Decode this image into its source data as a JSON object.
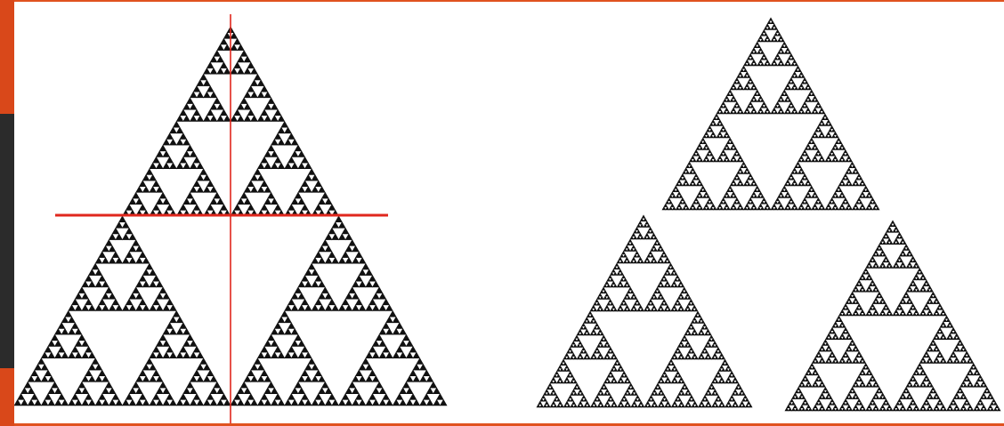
{
  "slide": {
    "background": "#ffffff",
    "accent_color": "#e0521f",
    "accent_stripe_color": "#d9481a",
    "dark_block_color": "#2b2b2b",
    "frame_color": "#e0521f"
  },
  "figure": {
    "fractal_color": "#111111",
    "guide_line_color": "#e0271d",
    "recursion_depth": 6,
    "left_panel": {
      "description_shape": "sierpinski-triangle",
      "guides": [
        "horizontal-midline",
        "vertical-bisector"
      ]
    },
    "right_panel": {
      "description_shape": "three-sierpinski-triangles",
      "pieces": [
        "top",
        "bottom-left",
        "bottom-right"
      ]
    }
  }
}
